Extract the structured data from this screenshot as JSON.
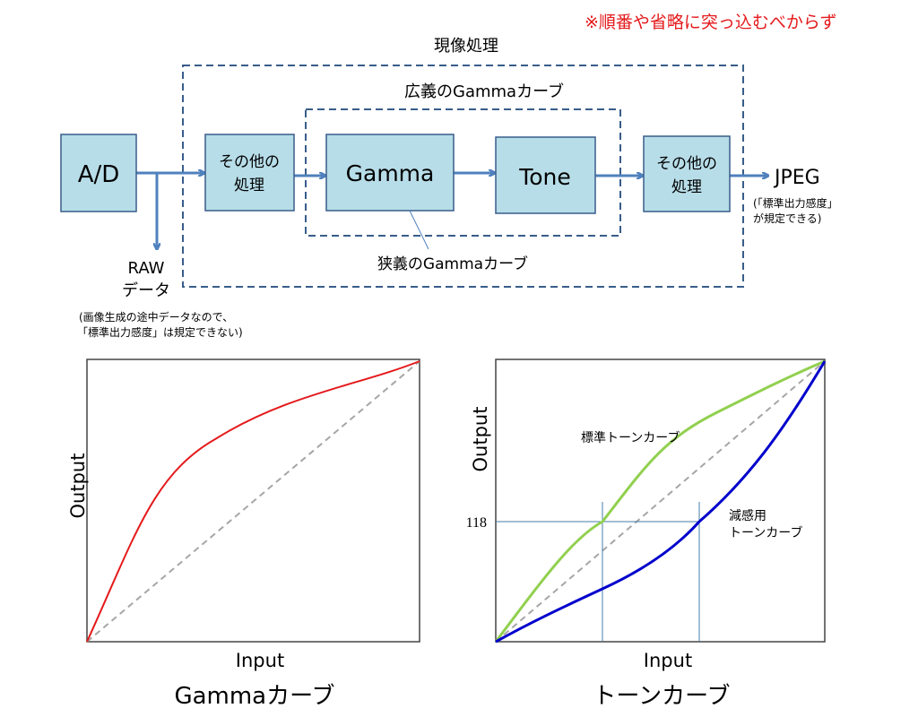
{
  "note": "※順番や省略に突っ込むべからず",
  "pipeline": {
    "outer_label": "現像処理",
    "inner_label": "広義のGammaカーブ",
    "narrow_label": "狭義のGammaカーブ",
    "ad": "A/D",
    "other1": [
      "その他の",
      "処理"
    ],
    "gamma": "Gamma",
    "tone": "Tone",
    "other2": [
      "その他の",
      "処理"
    ],
    "jpeg": "JPEG",
    "jpeg_note": [
      "(「標準出力感度」",
      "が規定できる)"
    ],
    "raw": [
      "RAW",
      "データ"
    ],
    "raw_note": [
      "(画像生成の途中データなので、",
      "「標準出力感度」は規定できない)"
    ]
  },
  "gamma_chart": {
    "ylabel": "Output",
    "xlabel": "Input",
    "title": "Gammaカーブ"
  },
  "tone_chart": {
    "ylabel": "Output",
    "xlabel": "Input",
    "title": "トーンカーブ",
    "ytick": "118",
    "standard_label": "標準トーンカーブ",
    "desens_label": [
      "減感用",
      "トーンカーブ"
    ]
  },
  "colors": {
    "gamma": "#e41a1c",
    "standard": "#92d050",
    "desens": "#0000cc",
    "note": "#e41a1c"
  }
}
